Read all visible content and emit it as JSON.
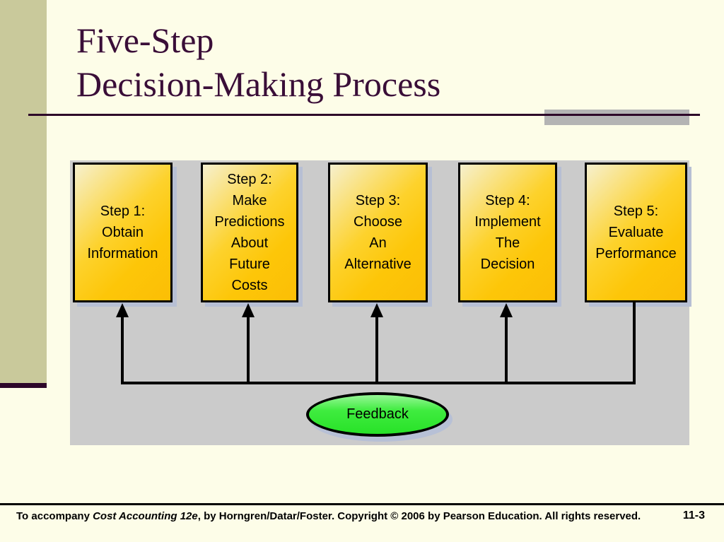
{
  "title": "Five-Step\nDecision-Making Process",
  "diagram": {
    "steps": [
      {
        "label": "Step 1:\nObtain\nInformation"
      },
      {
        "label": "Step 2:\nMake\nPredictions\nAbout\nFuture\nCosts"
      },
      {
        "label": "Step 3:\nChoose\nAn\nAlternative"
      },
      {
        "label": "Step 4:\nImplement\nThe\nDecision"
      },
      {
        "label": "Step 5:\nEvaluate\nPerformance"
      }
    ],
    "feedback_label": "Feedback"
  },
  "footer": {
    "prefix": "To accompany ",
    "book_title": "Cost Accounting 12e",
    "suffix": ", by Horngren/Datar/Foster. Copyright © 2006 by Pearson Education. All rights reserved.",
    "page_number": "11-3"
  },
  "colors": {
    "background": "#FDFDE8",
    "sidebar_olive": "#C9C99B",
    "title_plum": "#3A0E38",
    "rule_plum": "#2D0629",
    "panel_gray": "#CBCBCB",
    "accent_gray": "#B4B4B4",
    "box_gradient_start": "#F6F0CE",
    "box_gradient_end": "#FCBE06",
    "feedback_green_light": "#97F797",
    "feedback_green": "#28E228",
    "connector_black": "#000000",
    "shadow_blue_gray": "#B7BFD4"
  }
}
